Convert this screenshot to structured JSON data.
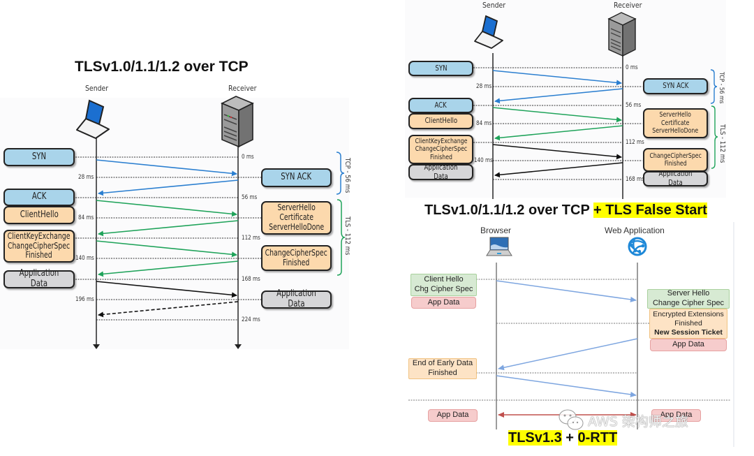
{
  "diagram1": {
    "title": "TLSv1.0/1.1/1.2 over TCP",
    "sender_label": "Sender",
    "receiver_label": "Receiver",
    "sender_messages": [
      {
        "text": "SYN",
        "color": "blue"
      },
      {
        "text": "ACK",
        "color": "blue"
      },
      {
        "text": "ClientHello",
        "color": "orange"
      },
      {
        "text": "ClientKeyExchange\nChangeCipherSpec\nFinished",
        "color": "orange"
      },
      {
        "text": "Application Data",
        "color": "gray"
      }
    ],
    "receiver_messages": [
      {
        "text": "SYN ACK",
        "color": "blue"
      },
      {
        "text": "ServerHello\nCertificate\nServerHelloDone",
        "color": "orange"
      },
      {
        "text": "ChangeCipherSpec\nFinished",
        "color": "orange"
      },
      {
        "text": "Application Data",
        "color": "gray"
      }
    ],
    "times_left": [
      "28 ms",
      "84 ms",
      "140 ms",
      "196 ms"
    ],
    "times_right": [
      "0 ms",
      "56 ms",
      "112 ms",
      "168 ms",
      "224 ms"
    ],
    "phases": [
      {
        "label": "TCP - 56 ms",
        "color": "#2b7fd0"
      },
      {
        "label": "TLS - 112 ms",
        "color": "#1fa35a"
      }
    ]
  },
  "diagram2": {
    "title": "TLSv1.0/1.1/1.2 over TCP",
    "title_highlight": "+ TLS False Start",
    "sender_label": "Sender",
    "receiver_label": "Receiver",
    "sender_messages": [
      {
        "text": "SYN",
        "color": "blue"
      },
      {
        "text": "ACK",
        "color": "blue"
      },
      {
        "text": "ClientHello",
        "color": "orange"
      },
      {
        "text": "ClientKeyExchange\nChangeCipherSpec\nFinished",
        "color": "orange"
      },
      {
        "text": "Application Data",
        "color": "gray"
      }
    ],
    "receiver_messages": [
      {
        "text": "SYN ACK",
        "color": "blue"
      },
      {
        "text": "ServerHello\nCertificate\nServerHelloDone",
        "color": "orange"
      },
      {
        "text": "ChangeCipherSpec\nFinished",
        "color": "orange"
      },
      {
        "text": "Application Data",
        "color": "gray"
      }
    ],
    "times_left": [
      "28 ms",
      "84 ms",
      "140 ms"
    ],
    "times_right": [
      "0 ms",
      "56 ms",
      "112 ms",
      "168 ms"
    ],
    "phases": [
      {
        "label": "TCP - 56 ms",
        "color": "#2b7fd0"
      },
      {
        "label": "TLS - 112 ms",
        "color": "#1fa35a"
      }
    ]
  },
  "diagram3": {
    "title_part1": "TLSv1.3",
    "title_plus": "+",
    "title_part2": "0-RTT",
    "browser_label": "Browser",
    "server_label": "Web Application",
    "client_messages": [
      {
        "text": "Client Hello\nChg Cipher Spec",
        "color": "green"
      },
      {
        "text": "App Data",
        "color": "red"
      },
      {
        "text": "End of Early Data\nFinished",
        "color": "orange"
      },
      {
        "text": "App Data",
        "color": "red"
      }
    ],
    "server_messages": [
      {
        "text": "Server Hello\nChange Cipher Spec",
        "color": "green"
      },
      {
        "text": "Encrypted Extensions\nFinished",
        "bold_line": "New Session Ticket",
        "color": "orange"
      },
      {
        "text": "App Data",
        "color": "red"
      },
      {
        "text": "App Data",
        "color": "red"
      }
    ]
  },
  "watermark": {
    "icon": "wechat-icon",
    "text": "AWS 架构师之旅"
  },
  "colors": {
    "tcp_arrow": "#2b7fd0",
    "tls_arrow": "#1fa35a",
    "data_arrow": "#222222",
    "tls13_arrow": "#7ea6e0",
    "app_data_arrow": "#c0504d",
    "highlight": "#ffff00"
  }
}
